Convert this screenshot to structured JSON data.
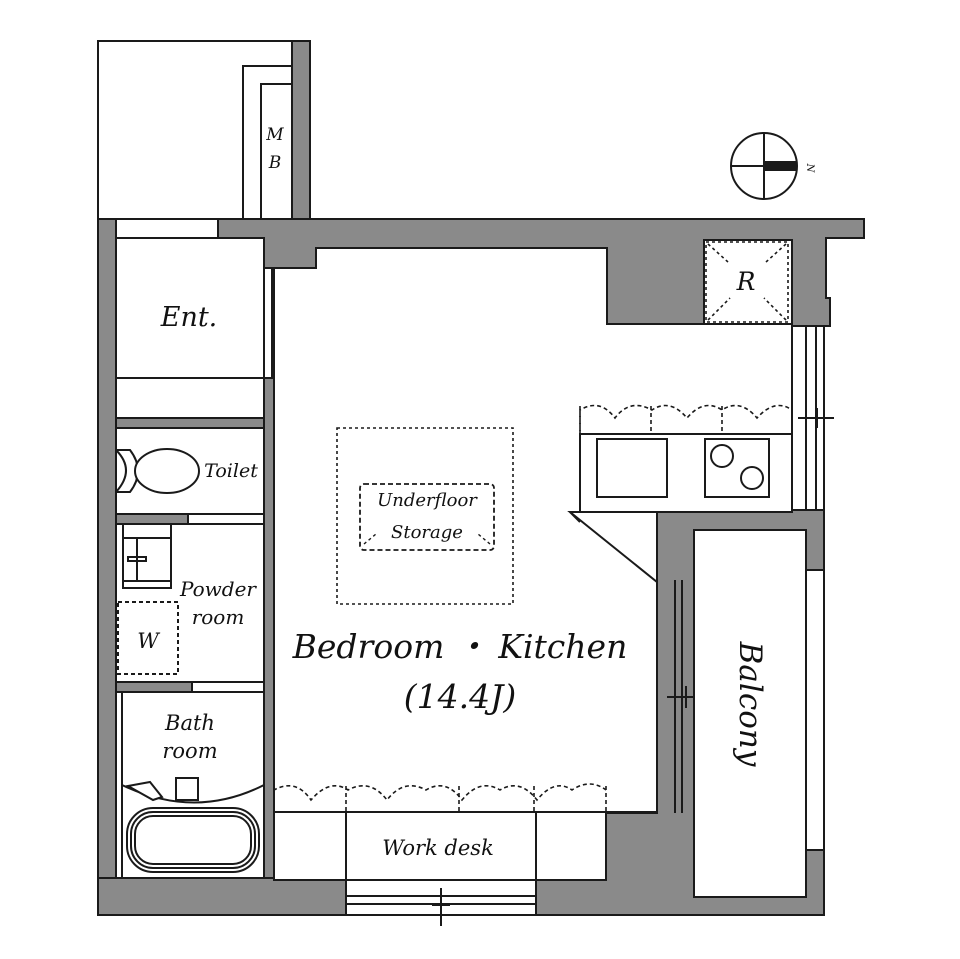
{
  "plan": {
    "colors": {
      "wall": "#8a8a8a",
      "line": "#1a1a1a",
      "background": "#ffffff"
    },
    "compass": {
      "label": "N",
      "icon": "north-arrow-icon"
    },
    "rooms": {
      "meter_box": {
        "line1": "M",
        "line2": "B"
      },
      "entrance": {
        "label": "Ent."
      },
      "toilet": {
        "label": "Toilet"
      },
      "powder_room": {
        "line1": "Powder",
        "line2": "room"
      },
      "washer": {
        "label": "W"
      },
      "bath_room": {
        "line1": "Bath",
        "line2": "room"
      },
      "refrigerator": {
        "label": "R"
      },
      "underfloor_storage": {
        "line1": "Underfloor",
        "line2": "Storage"
      },
      "main_room": {
        "label": "Bedroom ・ Kitchen",
        "area": "(14.4J)"
      },
      "work_desk": {
        "label": "Work desk"
      },
      "balcony": {
        "label": "Balcony"
      }
    }
  }
}
